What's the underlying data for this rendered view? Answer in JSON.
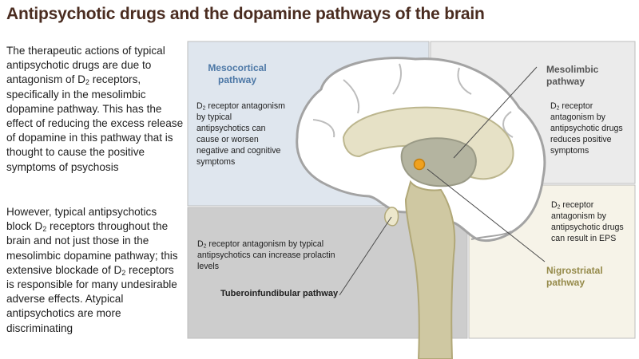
{
  "title": "Antipsychotic drugs and the dopamine pathways of the brain",
  "left_text": {
    "p1_a": "The therapeutic actions of typical antipsychotic drugs are due to antagonism of D",
    "p1_sub": "2",
    "p1_b": " receptors, specifically in the mesolimbic dopamine pathway. This has the effect of reducing the excess release of dopamine in this pathway that is thought to cause the positive symptoms of psychosis",
    "p2_a": "However, typical antipsychotics block D",
    "p2_sub1": "2",
    "p2_b": " receptors throughout the brain and not just those in the mesolimbic dopamine pathway; this extensive blockade of D",
    "p2_sub2": "2",
    "p2_c": " receptors is responsible for many undesirable adverse effects. Atypical antipsychotics are more discriminating"
  },
  "pathways": {
    "mesocortical": {
      "title_1": "Mesocortical",
      "title_2": "pathway",
      "d": "D",
      "sub": "2",
      "text": " receptor antagonism by typical antipsychotics can cause or worsen negative and cognitive symptoms"
    },
    "mesolimbic": {
      "title_1": "Mesolimbic",
      "title_2": "pathway",
      "d": "D",
      "sub": "2",
      "text": " receptor antagonism by antipsychotic drugs reduces positive symptoms"
    },
    "tuberoinfundibular": {
      "title": "Tuberoinfundibular pathway",
      "d": "D",
      "sub": "2",
      "text": " receptor antagonism by typical antipsychotics can increase prolactin levels"
    },
    "nigrostriatal": {
      "title_1": "Nigrostriatal",
      "title_2": "pathway",
      "d": "D",
      "sub": "2",
      "text": " receptor antagonism by antipsychotic drugs can result in EPS"
    }
  },
  "colors": {
    "title": "#4a2c20",
    "mesocortical_box": "#dfe6ee",
    "mesocortical_title": "#4d78a6",
    "mesolimbic_box": "#ebebeb",
    "tuberoinfundibular_box": "#cdcdcd",
    "nigrostriatal_box": "#f6f3e8",
    "nigrostriatal_title": "#958a4a",
    "brain_outline": "#a3a3a3",
    "brain_stem": "#cfc8a2",
    "nucleus": "#f0a11e"
  }
}
